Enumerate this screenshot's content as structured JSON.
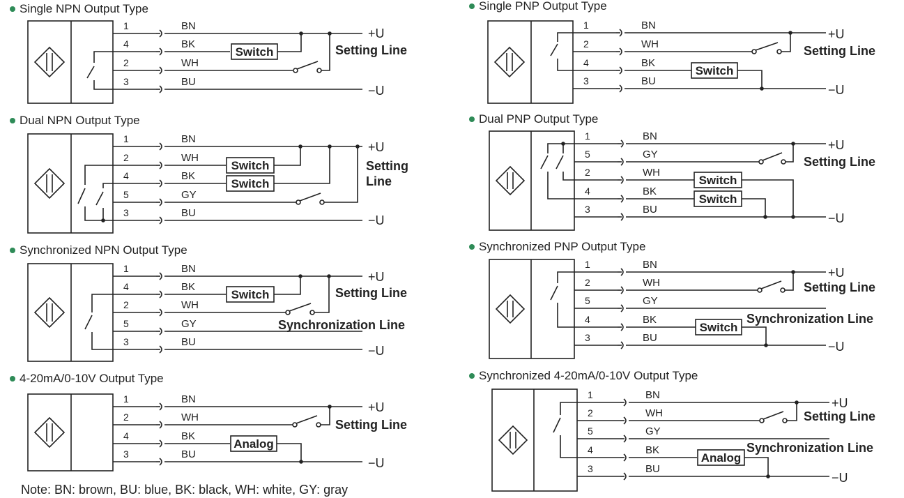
{
  "colors": {
    "bullet": "#2e8b57",
    "ink": "#222222",
    "background": "#ffffff"
  },
  "diagrams": [
    {
      "title": "Single NPN Output Type",
      "wires": [
        {
          "pin": "1",
          "color": "BN"
        },
        {
          "pin": "4",
          "color": "BK"
        },
        {
          "pin": "2",
          "color": "WH"
        },
        {
          "pin": "3",
          "color": "BU"
        }
      ],
      "boxes": [
        "Switch"
      ],
      "plus_label": "+U",
      "minus_label": "−U",
      "side_labels": [
        "Setting Line"
      ]
    },
    {
      "title": "Single PNP Output Type",
      "wires": [
        {
          "pin": "1",
          "color": "BN"
        },
        {
          "pin": "2",
          "color": "WH"
        },
        {
          "pin": "4",
          "color": "BK"
        },
        {
          "pin": "3",
          "color": "BU"
        }
      ],
      "boxes": [
        "Switch"
      ],
      "plus_label": "+U",
      "minus_label": "−U",
      "side_labels": [
        "Setting Line"
      ]
    },
    {
      "title": "Dual NPN Output Type",
      "wires": [
        {
          "pin": "1",
          "color": "BN"
        },
        {
          "pin": "2",
          "color": "WH"
        },
        {
          "pin": "4",
          "color": "BK"
        },
        {
          "pin": "5",
          "color": "GY"
        },
        {
          "pin": "3",
          "color": "BU"
        }
      ],
      "boxes": [
        "Switch",
        "Switch"
      ],
      "plus_label": "+U",
      "minus_label": "−U",
      "side_labels": [
        "Setting",
        "Line"
      ]
    },
    {
      "title": "Dual PNP Output Type",
      "wires": [
        {
          "pin": "1",
          "color": "BN"
        },
        {
          "pin": "5",
          "color": "GY"
        },
        {
          "pin": "2",
          "color": "WH"
        },
        {
          "pin": "4",
          "color": "BK"
        },
        {
          "pin": "3",
          "color": "BU"
        }
      ],
      "boxes": [
        "Switch",
        "Switch"
      ],
      "plus_label": "+U",
      "minus_label": "−U",
      "side_labels": [
        "Setting Line"
      ]
    },
    {
      "title": "Synchronized NPN Output Type",
      "wires": [
        {
          "pin": "1",
          "color": "BN"
        },
        {
          "pin": "4",
          "color": "BK"
        },
        {
          "pin": "2",
          "color": "WH"
        },
        {
          "pin": "5",
          "color": "GY"
        },
        {
          "pin": "3",
          "color": "BU"
        }
      ],
      "boxes": [
        "Switch"
      ],
      "plus_label": "+U",
      "minus_label": "−U",
      "side_labels": [
        "Setting Line",
        "Synchronization Line"
      ]
    },
    {
      "title": "Synchronized PNP Output Type",
      "wires": [
        {
          "pin": "1",
          "color": "BN"
        },
        {
          "pin": "2",
          "color": "WH"
        },
        {
          "pin": "5",
          "color": "GY"
        },
        {
          "pin": "4",
          "color": "BK"
        },
        {
          "pin": "3",
          "color": "BU"
        }
      ],
      "boxes": [
        "Switch"
      ],
      "plus_label": "+U",
      "minus_label": "−U",
      "side_labels": [
        "Setting Line",
        "Synchronization Line"
      ]
    },
    {
      "title": "4-20mA/0-10V Output Type",
      "wires": [
        {
          "pin": "1",
          "color": "BN"
        },
        {
          "pin": "2",
          "color": "WH"
        },
        {
          "pin": "4",
          "color": "BK"
        },
        {
          "pin": "3",
          "color": "BU"
        }
      ],
      "boxes": [
        "Analog"
      ],
      "plus_label": "+U",
      "minus_label": "−U",
      "side_labels": [
        "Setting Line"
      ]
    },
    {
      "title": "Synchronized 4-20mA/0-10V Output Type",
      "wires": [
        {
          "pin": "1",
          "color": "BN"
        },
        {
          "pin": "2",
          "color": "WH"
        },
        {
          "pin": "5",
          "color": "GY"
        },
        {
          "pin": "4",
          "color": "BK"
        },
        {
          "pin": "3",
          "color": "BU"
        }
      ],
      "boxes": [
        "Analog"
      ],
      "plus_label": "+U",
      "minus_label": "−U",
      "side_labels": [
        "Setting Line",
        "Synchronization Line"
      ]
    }
  ],
  "note": "Note: BN: brown, BU: blue, BK: black, WH: white, GY: gray"
}
